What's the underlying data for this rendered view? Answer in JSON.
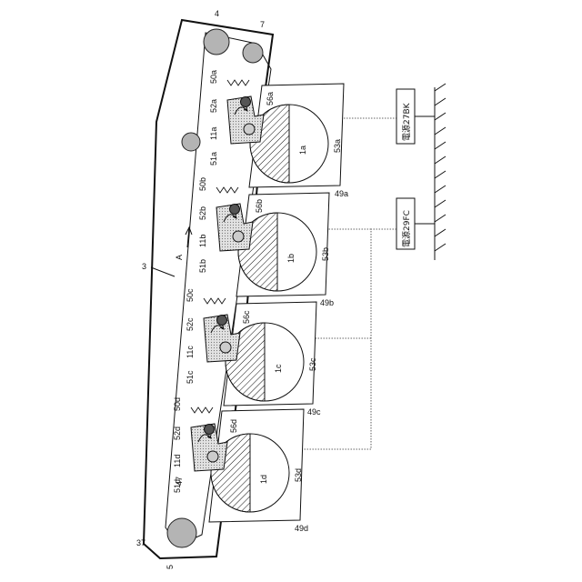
{
  "labels": {
    "belt": "3",
    "roller_top": "4",
    "roller_top_right": "7",
    "roller_bottom": "5",
    "frame": "37",
    "roller_small": "47",
    "direction": "A",
    "units": [
      {
        "drum": "1a",
        "unit": "11a",
        "spring": "50a",
        "lever": "51a",
        "pivot": "52a",
        "charge": "53a",
        "contact": "56a",
        "case": "49a"
      },
      {
        "drum": "1b",
        "unit": "11b",
        "spring": "50b",
        "lever": "51b",
        "pivot": "52b",
        "charge": "53b",
        "contact": "56b",
        "case": "49b"
      },
      {
        "drum": "1c",
        "unit": "11c",
        "spring": "50c",
        "lever": "51c",
        "pivot": "52c",
        "charge": "53c",
        "contact": "56c",
        "case": "49c"
      },
      {
        "drum": "1d",
        "unit": "11d",
        "spring": "50d",
        "lever": "51d",
        "pivot": "52d",
        "charge": "53d",
        "contact": "56d",
        "case": "49d"
      }
    ],
    "power_bk": "電源27BK",
    "power_fc": "電源29FC"
  },
  "colors": {
    "line": "#111111",
    "roller_fill": "#b4b4b4",
    "stipple_fill": "#d6d6d6",
    "hatch": "#111111"
  }
}
